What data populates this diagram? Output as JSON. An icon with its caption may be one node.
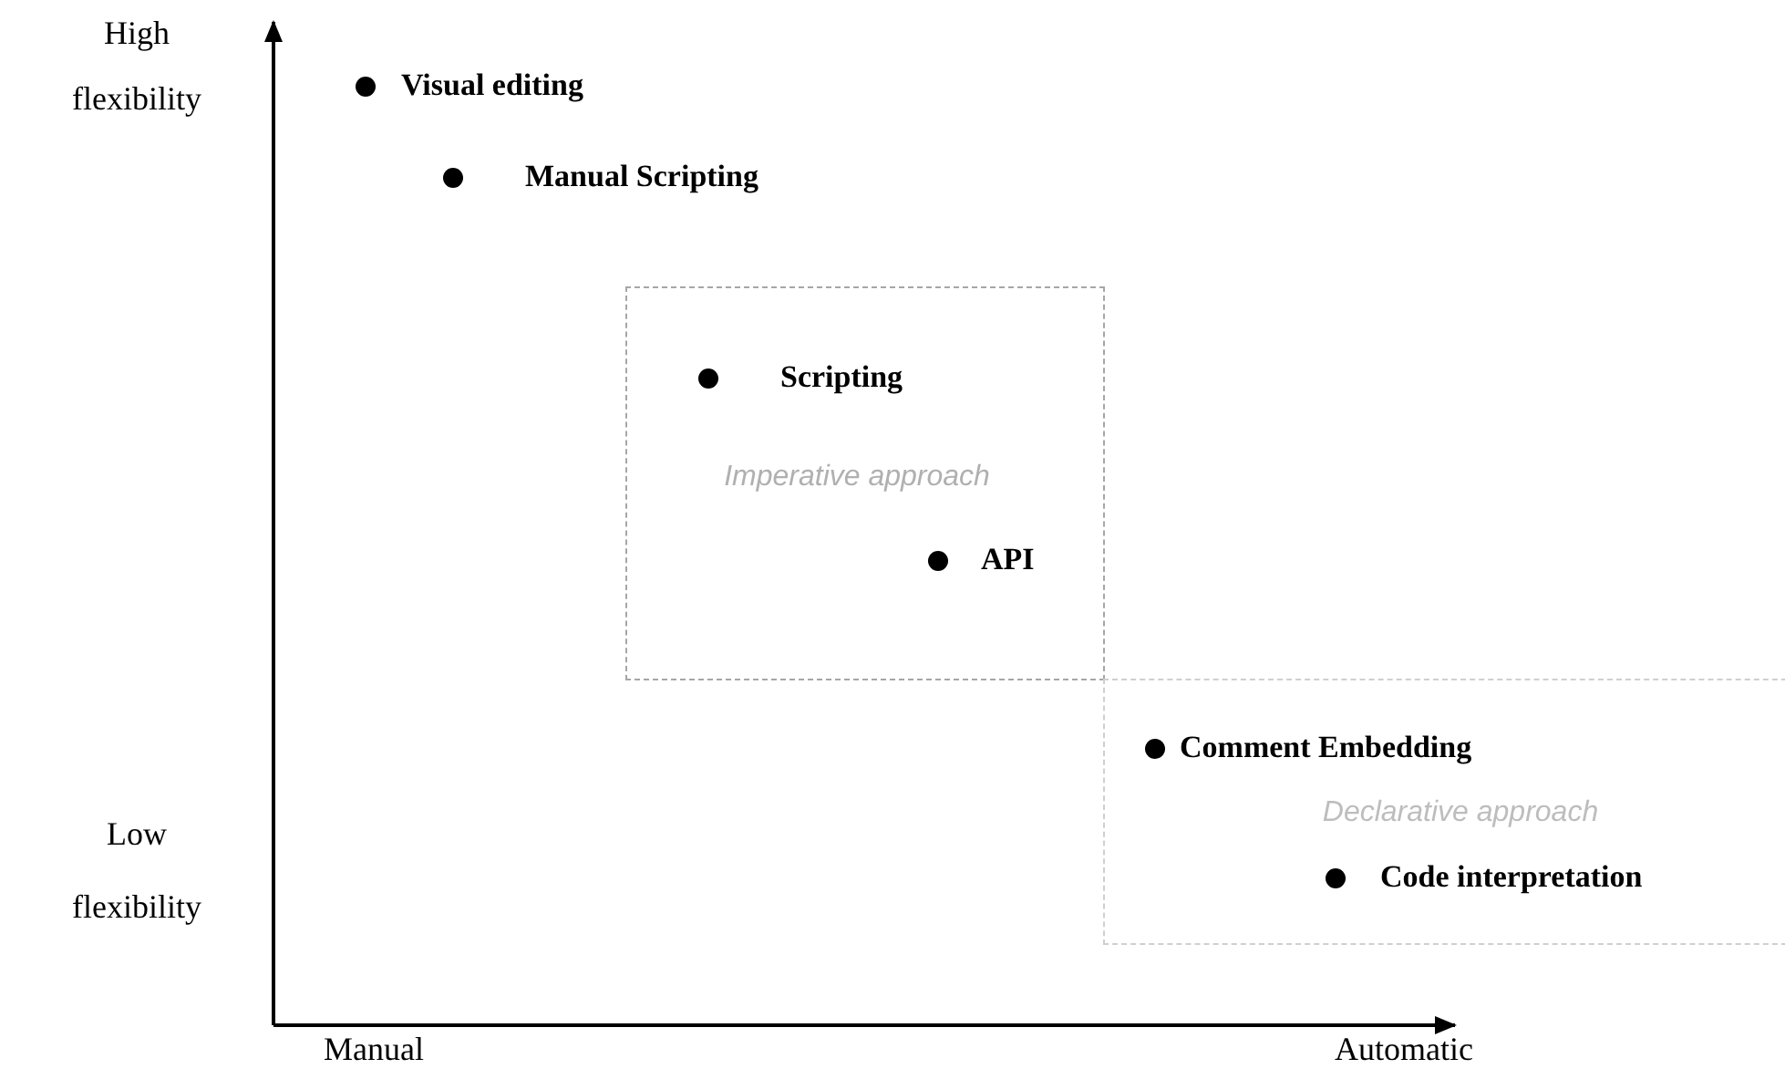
{
  "diagram": {
    "nodes": [
      {
        "text": [
          "Visual editing"
        ]
      },
      {
        "text": [
          "Manual Scripting"
        ]
      },
      {
        "text": [
          "Imperative approach"
        ]
      },
      {
        "text": [
          "Scripting"
        ],
        "in": 2
      },
      {
        "text": [
          "API"
        ],
        "in": 2
      },
      {
        "text": [
          "Declarative approach"
        ]
      },
      {
        "text": [
          "Comment Embedding"
        ],
        "in": 5
      },
      {
        "text": [
          "Code interpretation"
        ],
        "in": 5
      }
    ],
    "labels": [
      "High flexibility",
      "Low flexibility",
      "Manual",
      "Automatic"
    ]
  }
}
